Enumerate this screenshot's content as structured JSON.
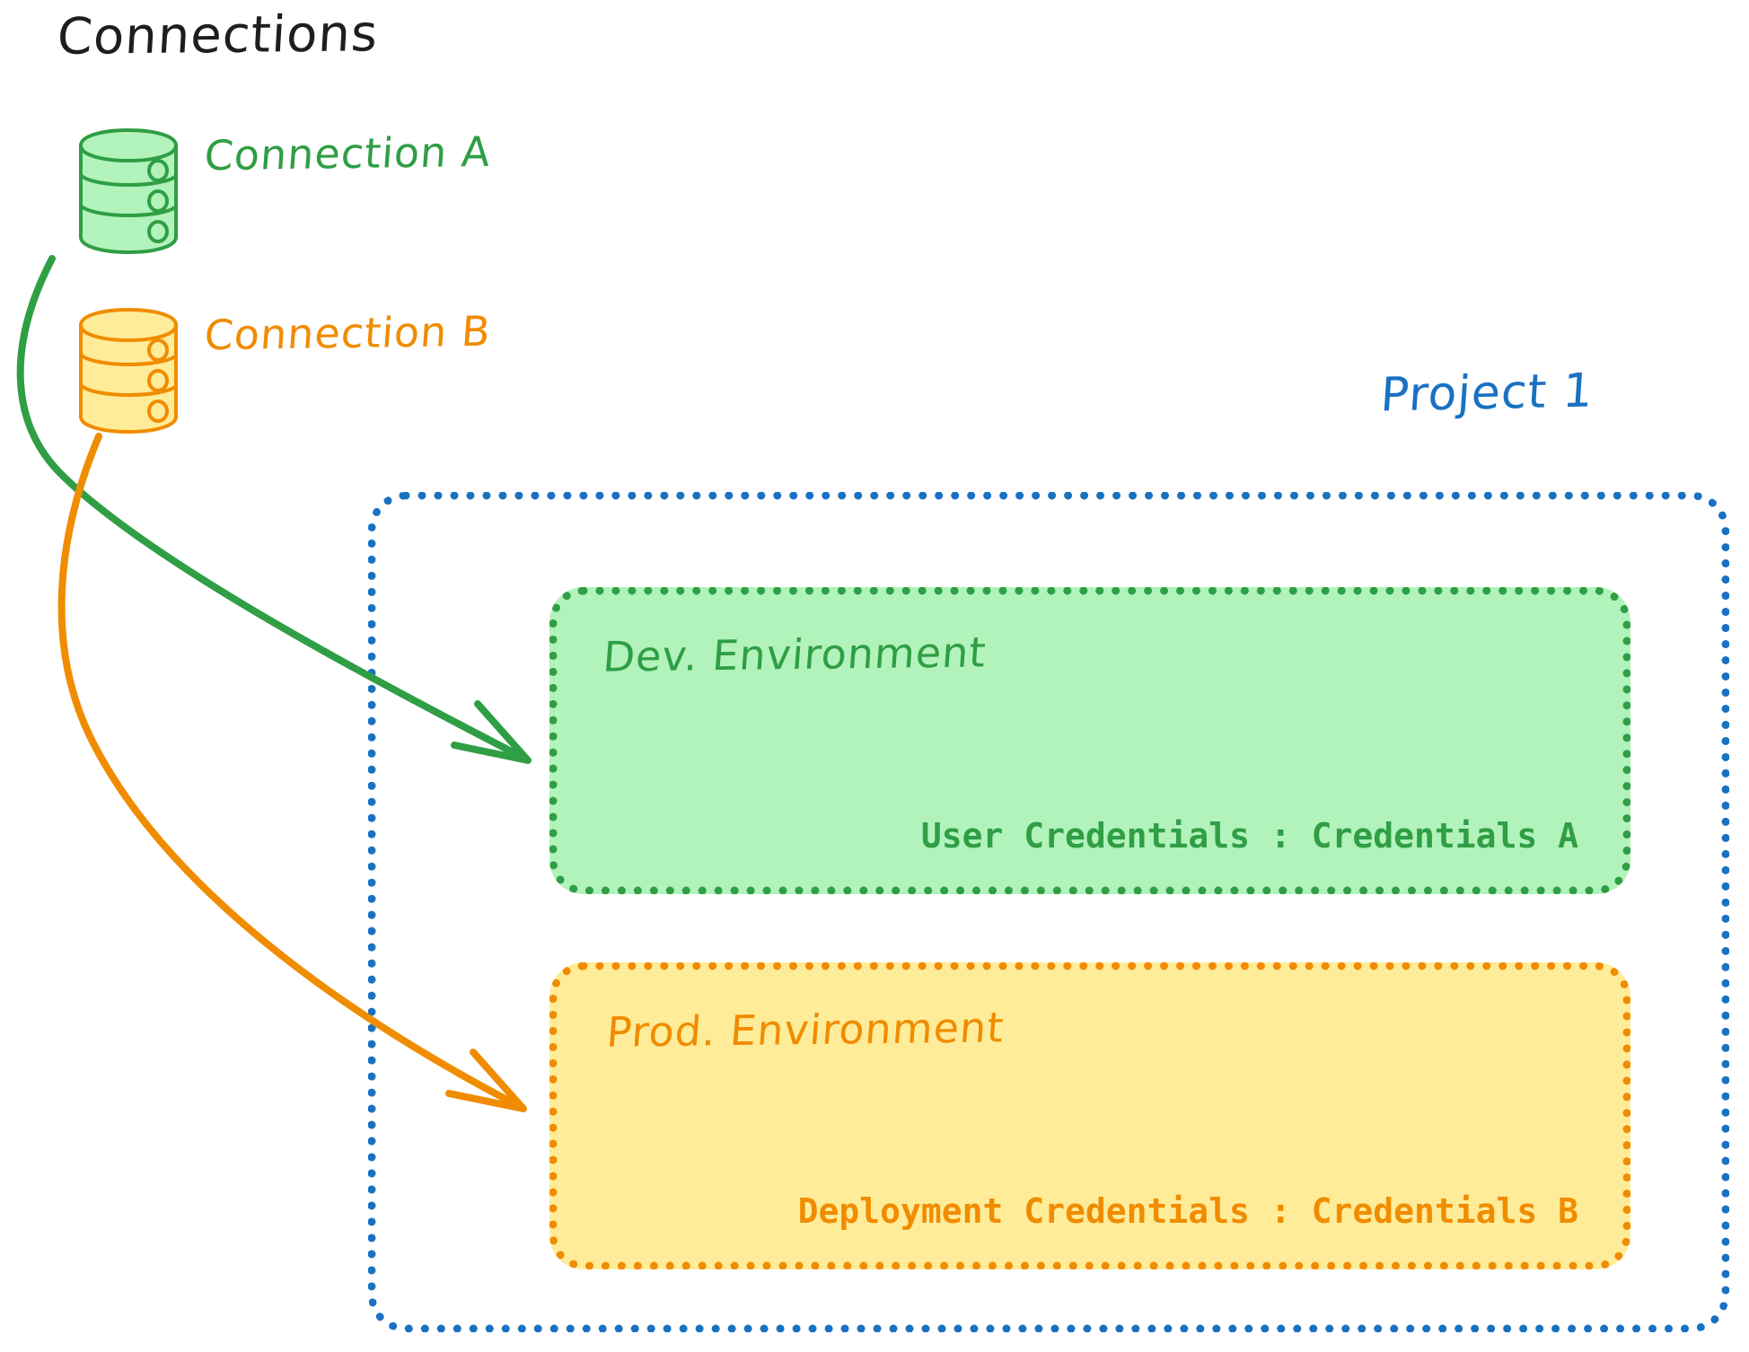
{
  "diagram": {
    "title": "Connections",
    "title_color": "#1e1e1e",
    "background": "#ffffff"
  },
  "connections": [
    {
      "id": "connection-a",
      "label": "Connection A",
      "icon": "database-icon",
      "stroke_color": "#2f9e44",
      "fill_color": "#b2f2bb",
      "targets": "Dev. Environment"
    },
    {
      "id": "connection-b",
      "label": "Connection B",
      "icon": "database-icon",
      "stroke_color": "#f08c00",
      "fill_color": "#ffec99",
      "targets": "Prod. Environment"
    }
  ],
  "project": {
    "label": "Project 1",
    "border_color": "#1971c2",
    "border_style": "dotted",
    "environments": [
      {
        "id": "dev-environment",
        "title": "Dev. Environment",
        "credential_label": "User Credentials",
        "credential_value": "Credentials A",
        "credential_text": "User Credentials : Credentials A",
        "fill_color": "#b2f2bb",
        "border_color": "#2f9e44"
      },
      {
        "id": "prod-environment",
        "title": "Prod. Environment",
        "credential_label": "Deployment Credentials",
        "credential_value": "Credentials B",
        "credential_text": "Deployment Credentials : Credentials B",
        "fill_color": "#ffec99",
        "border_color": "#f08c00"
      }
    ]
  },
  "arrows": [
    {
      "id": "arrow-connection-a-to-dev",
      "color": "#2f9e44",
      "from": "Connection A",
      "to": "Dev. Environment"
    },
    {
      "id": "arrow-connection-b-to-prod",
      "color": "#f08c00",
      "from": "Connection B",
      "to": "Prod. Environment"
    }
  ]
}
